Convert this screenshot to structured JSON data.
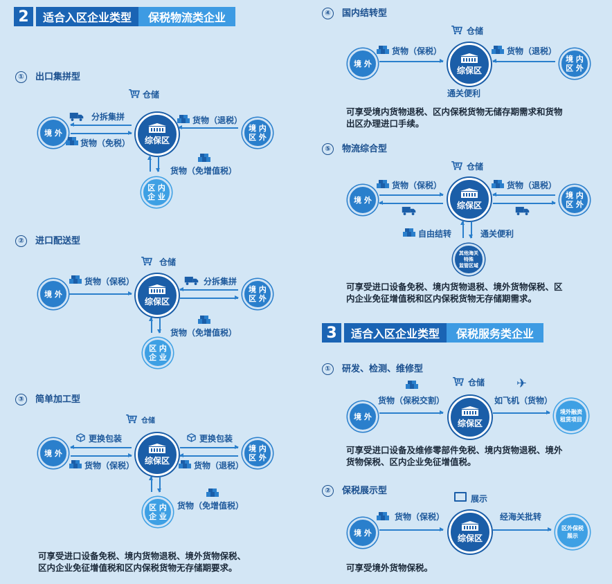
{
  "sec2": {
    "num": "2",
    "title": "适合入区企业类型",
    "subtitle": "保税物流类企业"
  },
  "sec3": {
    "num": "3",
    "title": "适合入区企业类型",
    "subtitle": "保税服务类企业"
  },
  "center": "综保区",
  "jingwai": "境 外",
  "jingnei_quwai": [
    "境 内",
    "区 外"
  ],
  "qunei_qiye": [
    "区 内",
    "企 业"
  ],
  "d1": {
    "num": "①",
    "title": "出口集拼型",
    "storage": "仓储",
    "split": "分拆集拼",
    "goods_tax_free": "货物（免税）",
    "goods_refund": "货物（退税）",
    "goods_vat": "货物（免增值税）"
  },
  "d2": {
    "num": "②",
    "title": "进口配送型",
    "storage": "仓储",
    "goods_bonded": "货物（保税）",
    "split": "分拆集拼",
    "goods_vat": "货物（免增值税）"
  },
  "d3": {
    "num": "③",
    "title": "简单加工型",
    "storage": "仓储",
    "repack_left": "更换包装",
    "goods_bonded": "货物（保税）",
    "repack_right": "更换包装",
    "goods_refund": "货物（退税）",
    "goods_vat": "货物（免增值税）"
  },
  "bottom_left": [
    "可享受进口设备免税、境内货物退税、境外货物保税、",
    "区内企业免征增值税和区内保税货物无存储期要求。"
  ],
  "d4": {
    "num": "④",
    "title": "国内结转型",
    "storage": "仓储",
    "goods_bonded": "货物（保税）",
    "goods_refund": "货物（退税）",
    "convenience": "通关便利",
    "desc": [
      "可享受境内货物退税、区内保税货物无储存期需求和货物",
      "出区办理进口手续。"
    ]
  },
  "d5": {
    "num": "⑤",
    "title": "物流综合型",
    "storage": "仓储",
    "goods_bonded": "货物（保税）",
    "goods_refund": "货物（退税）",
    "free_transfer": "自由结转",
    "convenience": "通关便利",
    "other": [
      "其他海关",
      "特殊",
      "监管区域"
    ],
    "desc": [
      "可享受进口设备免税、境内货物退税、境外货物保税、区",
      "内企业免征增值税和区内保税货物无存储期需求。"
    ]
  },
  "s1": {
    "num": "①",
    "title": "研发、检测、维修型",
    "storage": "仓储",
    "goods_trade": "货物（保税交割）",
    "plane": "如飞机（货物）",
    "leasing": [
      "境外融资",
      "租赁项目"
    ],
    "desc": [
      "可享受进口设备及维修零部件免税、境内货物退税、境外",
      "货物保税、区内企业免征增值税。"
    ]
  },
  "s2": {
    "num": "②",
    "title": "保税展示型",
    "display": "展示",
    "goods_bonded": "货物（保税）",
    "approval": "经海关批转",
    "outside": [
      "区外保税",
      "展示"
    ],
    "desc": "可享受境外货物保税。"
  },
  "colors": {
    "dark_blue": "#1b5ea8",
    "mid_blue": "#2a7fcc",
    "light_blue": "#3ea0e4",
    "background": "#d3e6f5"
  }
}
